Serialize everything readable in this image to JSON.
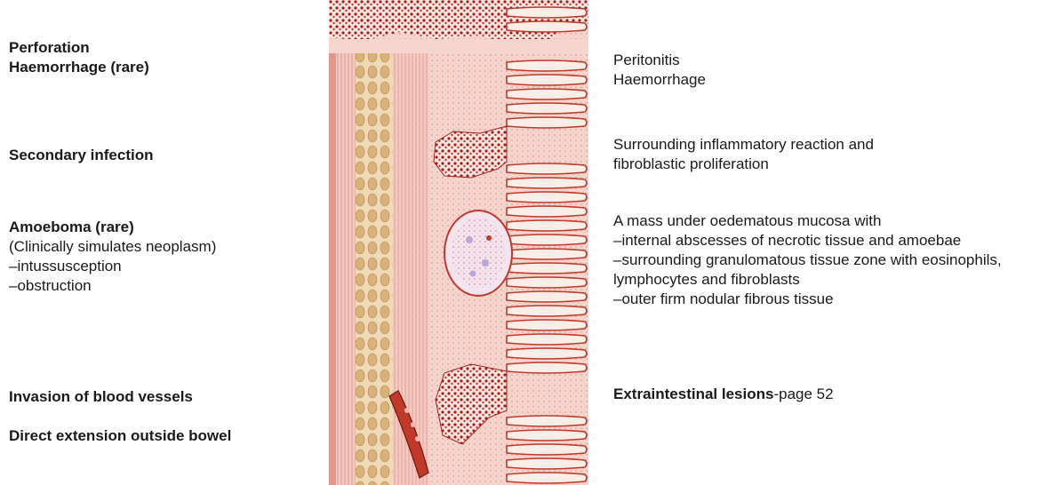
{
  "left": {
    "perforation": "Perforation",
    "haemorrhage_rare": "Haemorrhage (rare)",
    "secondary_infection": "Secondary infection",
    "amoeboma_title": "Amoeboma (rare)",
    "amoeboma_lines": [
      "(Clinically simulates neoplasm)",
      "–intussusception",
      "–obstruction"
    ],
    "invasion": "Invasion of blood vessels",
    "direct_extension": "Direct extension outside bowel"
  },
  "right": {
    "peritonitis": "Peritonitis",
    "haemorrhage": "Haemorrhage",
    "surrounding_lines": [
      "Surrounding inflammatory reaction and",
      "fibroblastic proliferation"
    ],
    "mass_lines": [
      "A mass under oedematous mucosa with",
      "–internal abscesses of necrotic tissue and amoebae",
      "–surrounding granulomatous tissue zone with eosinophils,",
      "lymphocytes and fibroblasts",
      "–outer firm nodular fibrous tissue"
    ],
    "extraintestinal_bold": "Extraintestinal lesions",
    "extraintestinal_rest": "-page 52"
  },
  "colors": {
    "tissue_red": "#c0392b",
    "tissue_pink": "#f6d5cf",
    "muscle_tan": "#d9b27a",
    "necrosis": "#a5201a"
  }
}
